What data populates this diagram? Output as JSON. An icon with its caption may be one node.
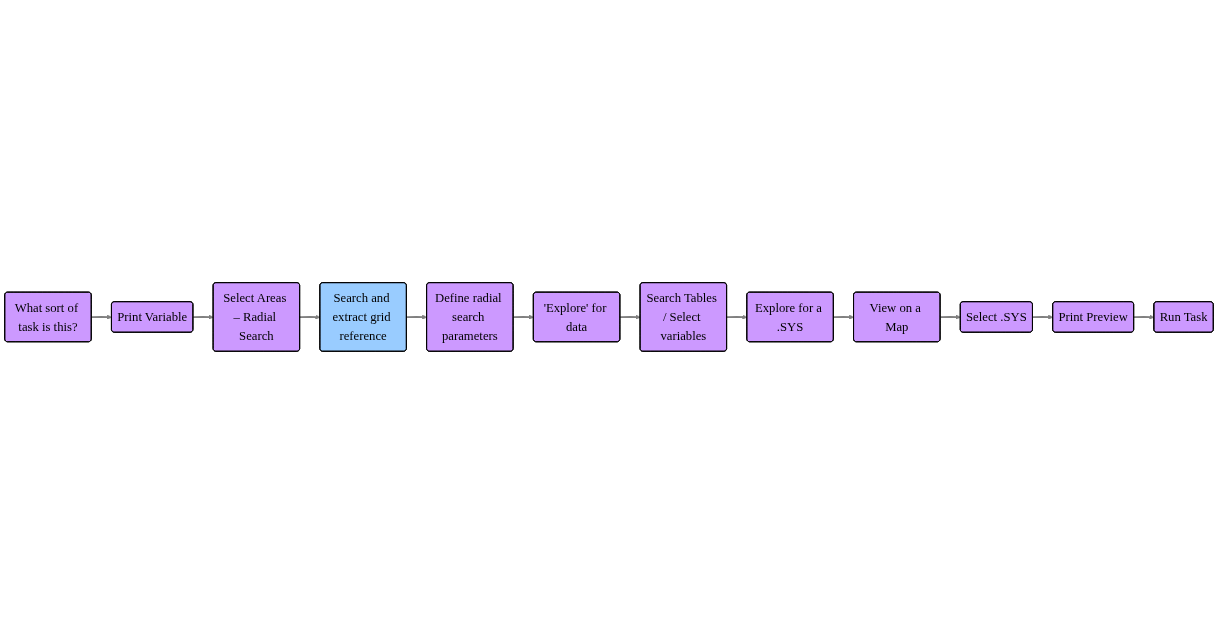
{
  "diagram": {
    "nodes": [
      {
        "text": [
          "What sort of task is this?"
        ]
      },
      {
        "text": [
          "Print Variable"
        ]
      },
      {
        "text": [
          "Select Areas – Radial Search"
        ]
      },
      {
        "text": [
          "Search and extract grid reference"
        ]
      },
      {
        "text": [
          "Define radial search parameters"
        ]
      },
      {
        "text": [
          "'Explore' for data"
        ]
      },
      {
        "text": [
          "Search Tables / Select variables"
        ]
      },
      {
        "text": [
          "Explore for a .SYS"
        ]
      },
      {
        "text": [
          "View on a Map"
        ]
      },
      {
        "text": [
          "Select .SYS"
        ]
      },
      {
        "text": [
          "Print Preview"
        ]
      },
      {
        "text": [
          "Run Task"
        ]
      }
    ],
    "edges": [
      {
        "from": 0,
        "to": 1,
        "arrow": "to"
      },
      {
        "from": 1,
        "to": 2,
        "arrow": "to"
      },
      {
        "from": 2,
        "to": 3,
        "arrow": "to"
      },
      {
        "from": 3,
        "to": 4,
        "arrow": "to"
      },
      {
        "from": 4,
        "to": 5,
        "arrow": "to"
      },
      {
        "from": 5,
        "to": 6,
        "arrow": "to"
      },
      {
        "from": 6,
        "to": 7,
        "arrow": "to"
      },
      {
        "from": 7,
        "to": 8,
        "arrow": "to"
      },
      {
        "from": 8,
        "to": 9,
        "arrow": "to"
      },
      {
        "from": 9,
        "to": 10,
        "arrow": "to"
      },
      {
        "from": 10,
        "to": 11,
        "arrow": "to"
      }
    ]
  }
}
